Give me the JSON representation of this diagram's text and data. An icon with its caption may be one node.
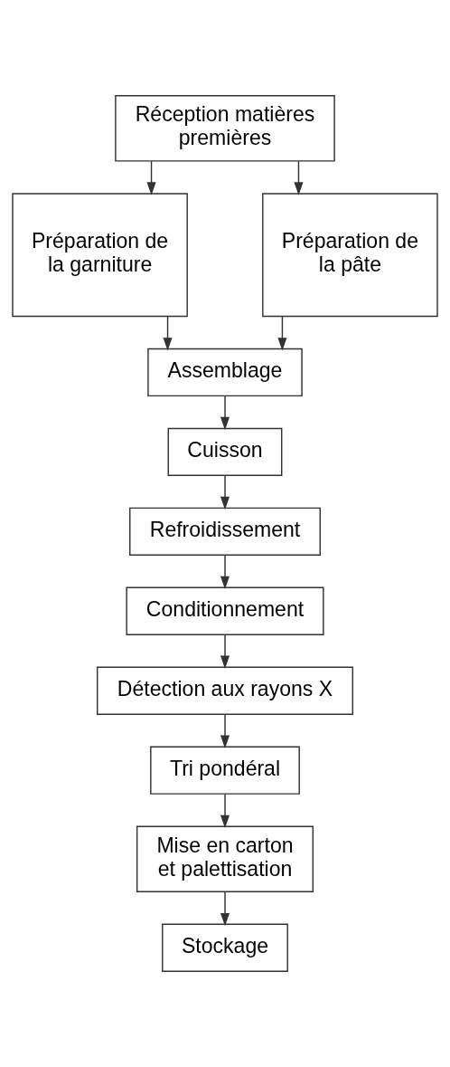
{
  "diagram": {
    "nodes": [
      {
        "text": [
          "Réception matières premières"
        ]
      },
      {
        "text": [
          "Préparation de la garniture"
        ]
      },
      {
        "text": [
          "Préparation de la pâte"
        ]
      },
      {
        "text": [
          "Assemblage"
        ]
      },
      {
        "text": [
          "Cuisson"
        ]
      },
      {
        "text": [
          "Refroidissement"
        ]
      },
      {
        "text": [
          "Conditionnement"
        ]
      },
      {
        "text": [
          "Détection aux rayons X"
        ]
      },
      {
        "text": [
          "Tri pondéral"
        ]
      },
      {
        "text": [
          "Mise en carton et palettisation"
        ]
      },
      {
        "text": [
          "Stockage"
        ]
      }
    ],
    "edges": [
      {
        "from": 0,
        "to": 1,
        "arrow": "to"
      },
      {
        "from": 0,
        "to": 2,
        "arrow": "to"
      },
      {
        "from": 1,
        "to": 3,
        "arrow": "to"
      },
      {
        "from": 2,
        "to": 3,
        "arrow": "to"
      },
      {
        "from": 3,
        "to": 4,
        "arrow": "to"
      },
      {
        "from": 4,
        "to": 5,
        "arrow": "to"
      },
      {
        "from": 5,
        "to": 6,
        "arrow": "to"
      },
      {
        "from": 6,
        "to": 7,
        "arrow": "to"
      },
      {
        "from": 7,
        "to": 8,
        "arrow": "to"
      },
      {
        "from": 8,
        "to": 9,
        "arrow": "to"
      },
      {
        "from": 9,
        "to": 10,
        "arrow": "to"
      }
    ]
  }
}
